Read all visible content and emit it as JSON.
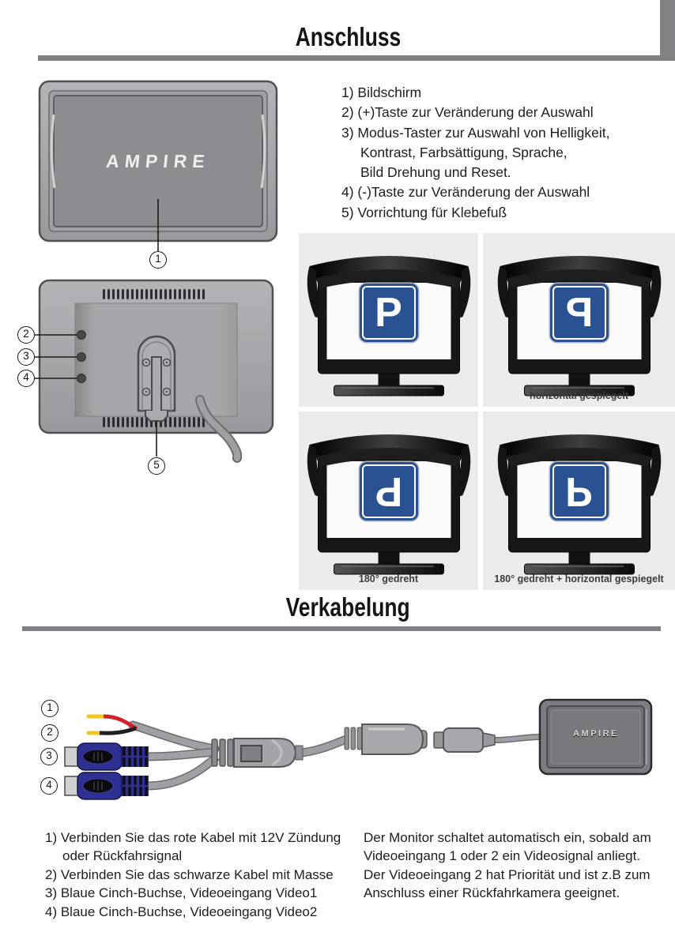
{
  "brand": "AMPIRE",
  "sections": {
    "anschluss": {
      "title": "Anschluss"
    },
    "verkabelung": {
      "title": "Verkabelung"
    }
  },
  "anschluss_list": {
    "lines": [
      "1) Bildschirm",
      "2) (+)Taste zur Veränderung der Auswahl",
      "3) Modus-Taster zur Auswahl von Helligkeit,",
      "Kontrast, Farbsättigung, Sprache,",
      "Bild Drehung und Reset.",
      "4) (-)Taste zur Veränderung der Auswahl",
      "5) Vorrichtung für Klebefuß"
    ]
  },
  "callouts": {
    "screen": "1",
    "plus": "2",
    "mode": "3",
    "minus": "4",
    "mount": "5",
    "power": "1",
    "ground": "2",
    "video1": "3",
    "video2": "4"
  },
  "orientation_grid": {
    "letter": "P",
    "captions": {
      "mirrored": "horizontal gespiegelt",
      "rotated": "180° gedreht",
      "rotated_mirrored": "180° gedreht + horizontal gespiegelt"
    }
  },
  "verkabelung_list": {
    "lines": [
      "1) Verbinden Sie das rote Kabel mit 12V Zündung",
      "oder Rückfahrsignal",
      "2) Verbinden Sie das schwarze Kabel mit Masse",
      "3) Blaue Cinch-Buchse, Videoeingang Video1",
      "4) Blaue Cinch-Buchse, Videoeingang Video2"
    ]
  },
  "note": {
    "lines": [
      "Der Monitor schaltet automatisch ein, sobald am",
      "Videoeingang 1 oder 2 ein Videosignal anliegt.",
      "Der Videoeingang 2 hat Priorität und ist z.B zum",
      "Anschluss einer Rückfahrkamera geeignet."
    ]
  },
  "colors": {
    "rule_gray": "#808285",
    "cell_bg": "#ebebeb",
    "sign_blue": "#2a5191",
    "cinch_blue": "#2e3192",
    "wire_red": "#d2232a",
    "wire_black": "#1f2022",
    "wire_yellow": "#f2c71d",
    "monitor_gray": "#a8aaad",
    "screen_gray": "#8b8d90"
  }
}
